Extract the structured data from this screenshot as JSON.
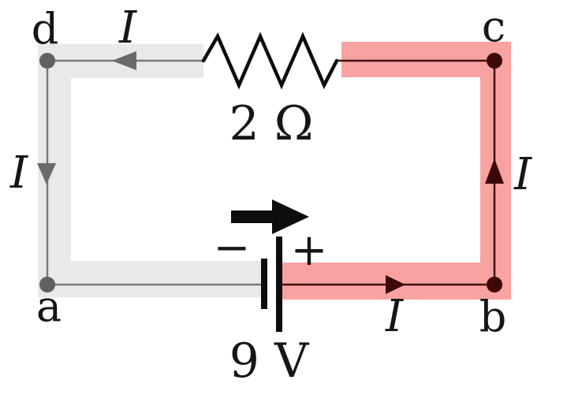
{
  "labels": {
    "node_d": "d",
    "node_c": "c",
    "node_a": "a",
    "node_b": "b",
    "current_top": "I",
    "current_left": "I",
    "current_right": "I",
    "current_bottom": "I",
    "resistor_value": "2 Ω",
    "battery_voltage": "9 V",
    "battery_positive": "+",
    "battery_negative": "−"
  },
  "colors": {
    "highlight_left": "#e9e9e9",
    "highlight_right": "#f9a2a2",
    "wire_left": "#7a7a7a",
    "node_left": "#606060",
    "arrow_left": "#6a6a6a",
    "wire_right": "#401010",
    "node_right": "#3c0808",
    "arrow_right": "#3c0808",
    "component": "#0d0d0d",
    "text": "#161616"
  }
}
